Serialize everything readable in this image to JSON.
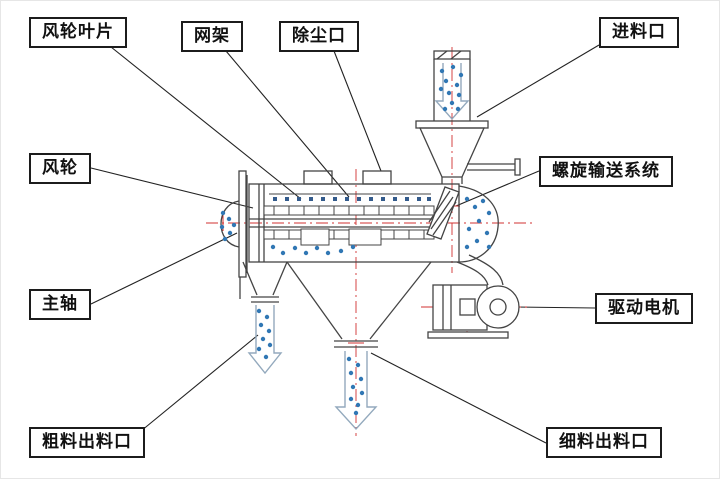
{
  "diagram": {
    "type": "machine-structure-diagram",
    "labels": {
      "fan_blades": "风轮叶片",
      "mesh_frame": "网架",
      "dust_port": "除尘口",
      "feed_inlet": "进料口",
      "fan_wheel": "风轮",
      "screw_conveyor": "螺旋输送系统",
      "main_shaft": "主轴",
      "drive_motor": "驱动电机",
      "coarse_outlet": "粗料出料口",
      "fine_outlet": "细料出料口"
    },
    "colors": {
      "outline": "#444444",
      "centerline_red": "#d03030",
      "particle_blue": "#3077b4",
      "arrow_outline": "#93a9bd",
      "label_border": "#1c1c1c"
    }
  }
}
